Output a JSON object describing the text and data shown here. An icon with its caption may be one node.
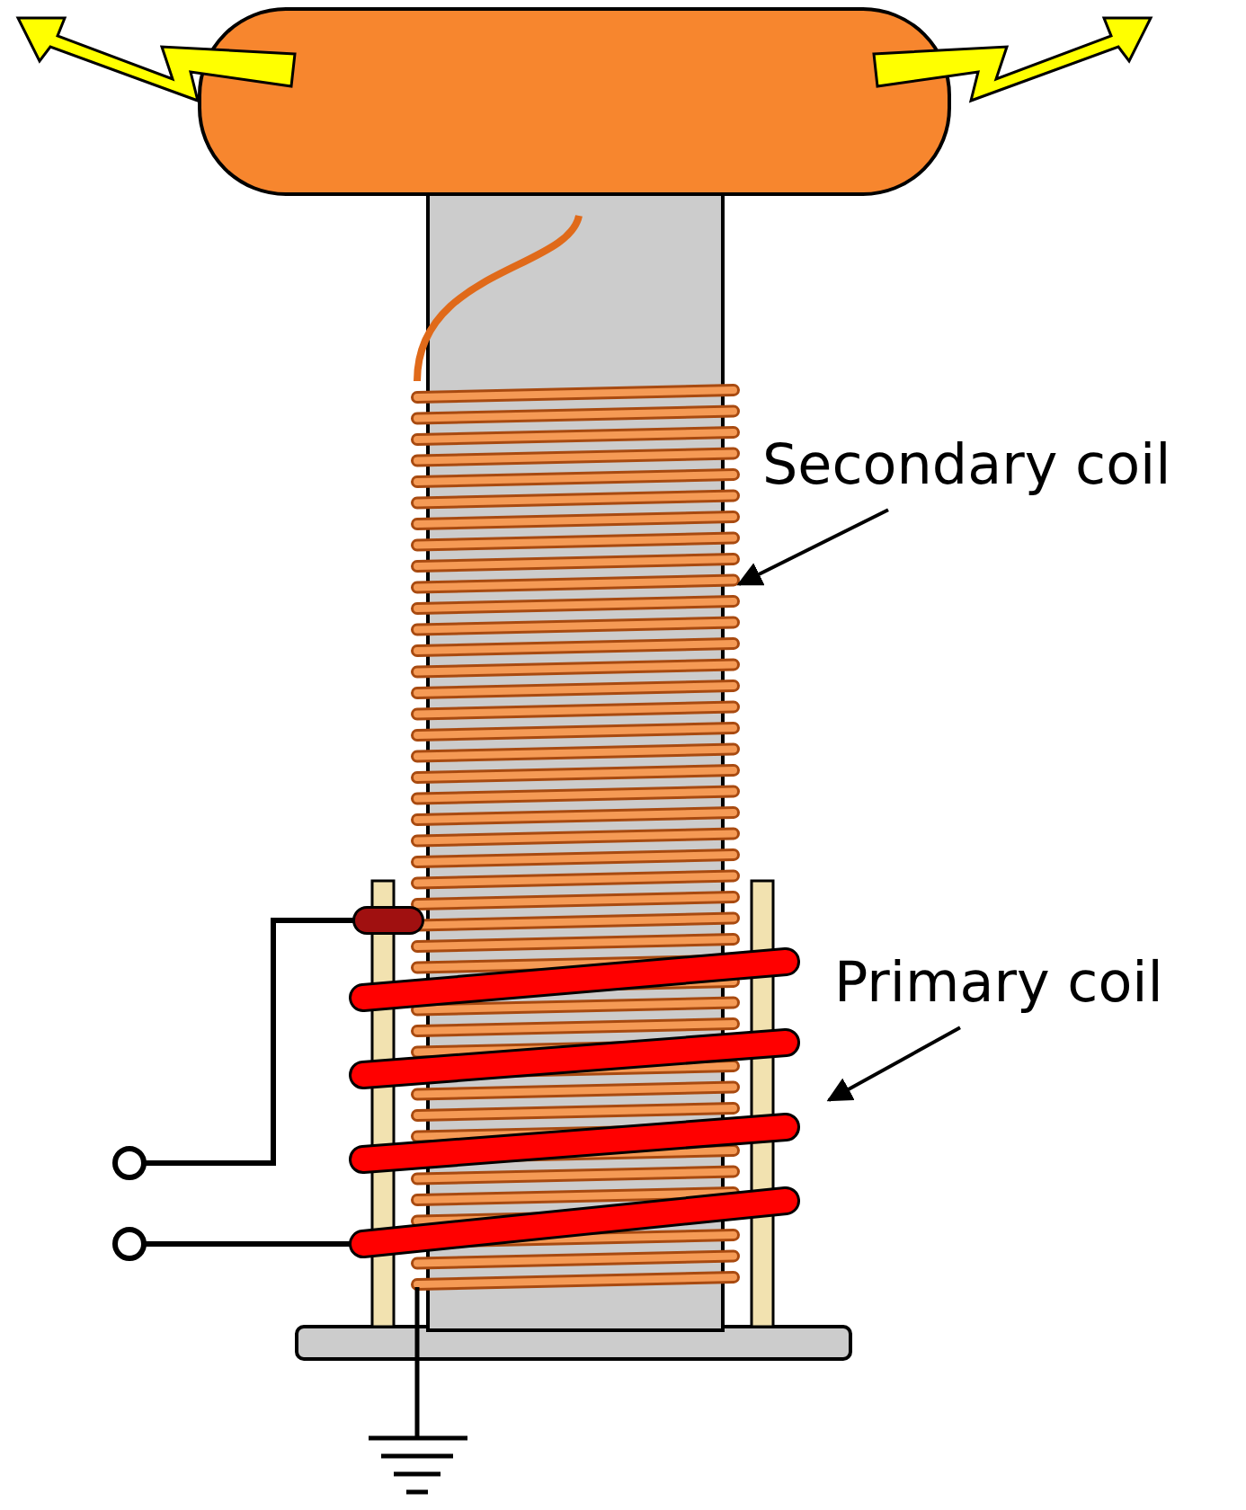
{
  "diagram": {
    "nodes": [
      {
        "text": [
          "Secondary coil"
        ]
      },
      {
        "text": [],
        "shape": "picture"
      },
      {
        "text": [
          "Primary coil"
        ]
      },
      {
        "text": [],
        "shape": "picture"
      }
    ],
    "edges": [
      {
        "from": 0,
        "to": 1,
        "arrow": "to"
      },
      {
        "from": 2,
        "to": 3,
        "arrow": "to"
      }
    ]
  }
}
